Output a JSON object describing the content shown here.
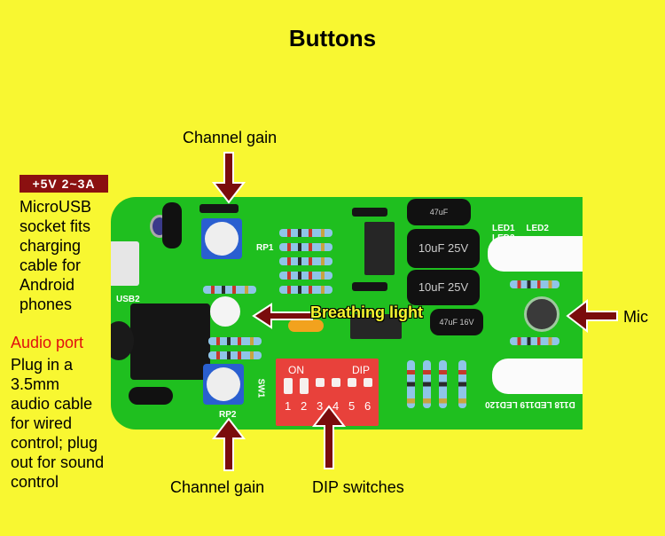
{
  "title": "Buttons",
  "power_badge": "+5V   2~3A",
  "usb_description": [
    "MicroUSB",
    "socket fits",
    "charging",
    "cable for",
    "Android",
    "phones"
  ],
  "audio_port": {
    "heading": "Audio port",
    "description": [
      "Plug in a",
      "3.5mm",
      "audio cable",
      "for wired",
      "control; plug",
      "out for sound",
      "control"
    ]
  },
  "callouts": {
    "channel_gain_top": "Channel gain",
    "channel_gain_bottom": "Channel gain",
    "dip_switches": "DIP switches",
    "mic": "Mic",
    "breathing_light": "Breathing light"
  },
  "pcb": {
    "silkscreen": {
      "usb": "USB2",
      "rp1": "RP1",
      "rp2": "RP2",
      "sw1": "SW1",
      "led_top": [
        "LED1",
        "LED2",
        "LED3"
      ],
      "led_bottom": "D118 LED119 LED120"
    },
    "dip_switch": {
      "on_label": "ON",
      "dip_label": "DIP",
      "numbers": [
        "1",
        "2",
        "3",
        "4",
        "5",
        "6"
      ],
      "states": [
        "on",
        "on",
        "off",
        "off",
        "off",
        "off"
      ]
    },
    "capacitor_labels": [
      "47uF",
      "10uF 25V",
      "10uF 25V",
      "47uF 16V"
    ]
  },
  "colors": {
    "background": "#f8f731",
    "arrow": "#7a0c0c",
    "badge": "#8b1010",
    "audio_heading": "#e10f0f",
    "pcb": "#1fbf1f",
    "dip": "#e8413b"
  }
}
